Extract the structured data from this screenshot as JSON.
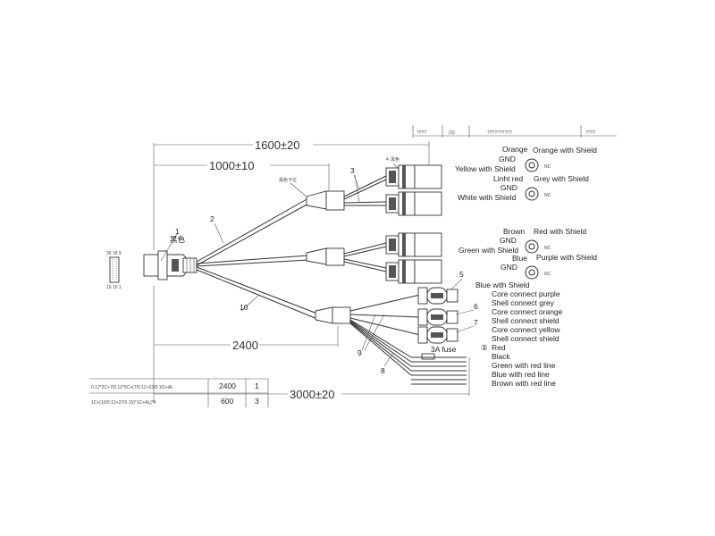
{
  "title_block": {
    "cells": [
      "????",
      "(S)",
      "??????????",
      "????"
    ]
  },
  "dimensions": {
    "overall": "1600±20",
    "split": "1000±10",
    "branch": "2400",
    "total": "3000±20"
  },
  "callouts": {
    "c1": "1",
    "c1_note": "黑色",
    "c2": "2",
    "c3": "3",
    "c4": "4",
    "c4_note": "黑色",
    "clip_note": "黑色卡位",
    "c5": "5",
    "c6": "6",
    "c7": "7",
    "c8": "8",
    "c9": "9",
    "c10": "10"
  },
  "pin_labels": {
    "top": "26 18 9",
    "bottom": "19 10 1"
  },
  "pinouts": [
    {
      "top": "Orange",
      "gnd": "GND",
      "left": "Yellow with Shield",
      "right": "Orange with Shield",
      "nc": "NC"
    },
    {
      "top": "Linht red",
      "gnd": "GND",
      "left": "White with Shield",
      "right": "Grey with Shield",
      "nc": "NC"
    },
    {
      "top": "Brown",
      "gnd": "GND",
      "left": "Green with Shield",
      "right": "Red with Shield",
      "nc": "NC"
    },
    {
      "top": "Blue",
      "gnd": "GND",
      "left": "Blue with Shield",
      "right": "Purple with Shield",
      "nc": "NC"
    }
  ],
  "wire_notes": [
    "Core connect purple",
    "Shell connect grey",
    "Core connect orange",
    "Shell connect shield",
    "Core connect yellow",
    "Shell connect shield"
  ],
  "fuse": "3A fuse",
  "power_marker": "②",
  "power_wires": [
    "Red",
    "Black",
    "Green with red line",
    "Blue with red line",
    "Brown with red line"
  ],
  "bom_table": {
    "rows": [
      {
        "spec": "0.12*2C+7/0.12*5C+(7/0.12+23/0.10)+AL",
        "length": "2400",
        "qty": "1"
      },
      {
        "spec": "1C+(10/0.12+27/0.10)*1C+AL]*4",
        "length": "600",
        "qty": "3"
      }
    ]
  }
}
